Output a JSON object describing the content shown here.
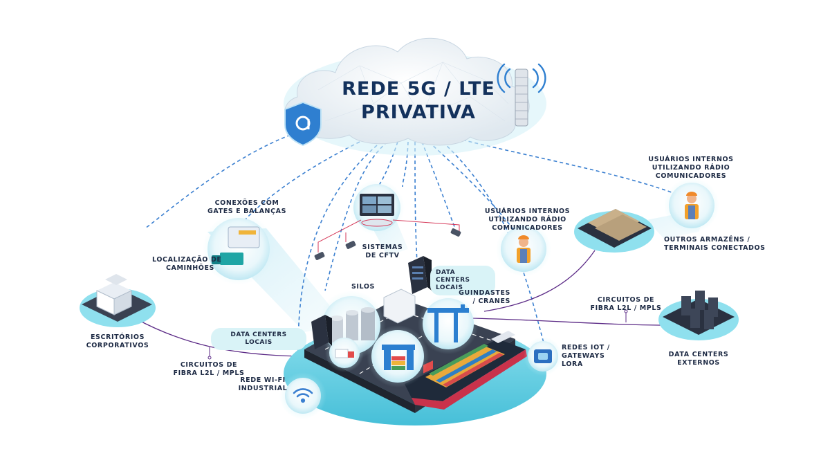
{
  "title": {
    "line1": "REDE 5G / LTE",
    "line2": "PRIVATIVA"
  },
  "labels": {
    "gates_1": "CONEXÕES COM",
    "gates_2": "GATES E BALANÇAS",
    "trucks_1": "LOCALIZAÇÃO DE",
    "trucks_2": "CAMINHÕES",
    "offices_1": "ESCRITÓRIOS",
    "offices_2": "CORPORATIVOS",
    "fiber_left_1": "CIRCUITOS DE",
    "fiber_left_2": "FIBRA L2L / MPLS",
    "wifi_1": "REDE WI-FI",
    "wifi_2": "INDUSTRIAL",
    "dc_local_left_1": "DATA CENTERS",
    "dc_local_left_2": "LOCAIS",
    "silos": "SILOS",
    "cftv_1": "SISTEMAS",
    "cftv_2": "DE CFTV",
    "dc_local_mid_1": "DATA CENTERS",
    "dc_local_mid_2": "LOCAIS",
    "users_mid_1": "USUÁRIOS INTERNOS",
    "users_mid_2": "UTILIZANDO RÁDIO",
    "users_mid_3": "COMUNICADORES",
    "cranes_1": "GUINDASTES",
    "cranes_2": "/ CRANES",
    "users_right_1": "USUÁRIOS INTERNOS",
    "users_right_2": "UTILIZANDO RÁDIO",
    "users_right_3": "COMUNICADORES",
    "warehouses_1": "OUTROS ARMAZÉNS /",
    "warehouses_2": "TERMINAIS CONECTADOS",
    "fiber_right_1": "CIRCUITOS DE",
    "fiber_right_2": "FIBRA L2L / MPLS",
    "iot_1": "REDES IoT /",
    "iot_2": "GATEWAYS",
    "iot_3": "LORA",
    "dc_ext_1": "DATA CENTERS",
    "dc_ext_2": "EXTERNOS"
  },
  "colors": {
    "title": "#13315c",
    "dashed_link": "#3a7fd0",
    "fiber_line": "#5b2a86",
    "platform": "#2a3140",
    "water": "#6fd3e6",
    "glow": "#b8ecf4",
    "cctv_wire": "#d63a5a"
  },
  "icons": {
    "shield": "shield-a-icon",
    "tower": "antenna-tower-icon",
    "wifi": "wifi-icon",
    "iot": "chip-icon"
  }
}
